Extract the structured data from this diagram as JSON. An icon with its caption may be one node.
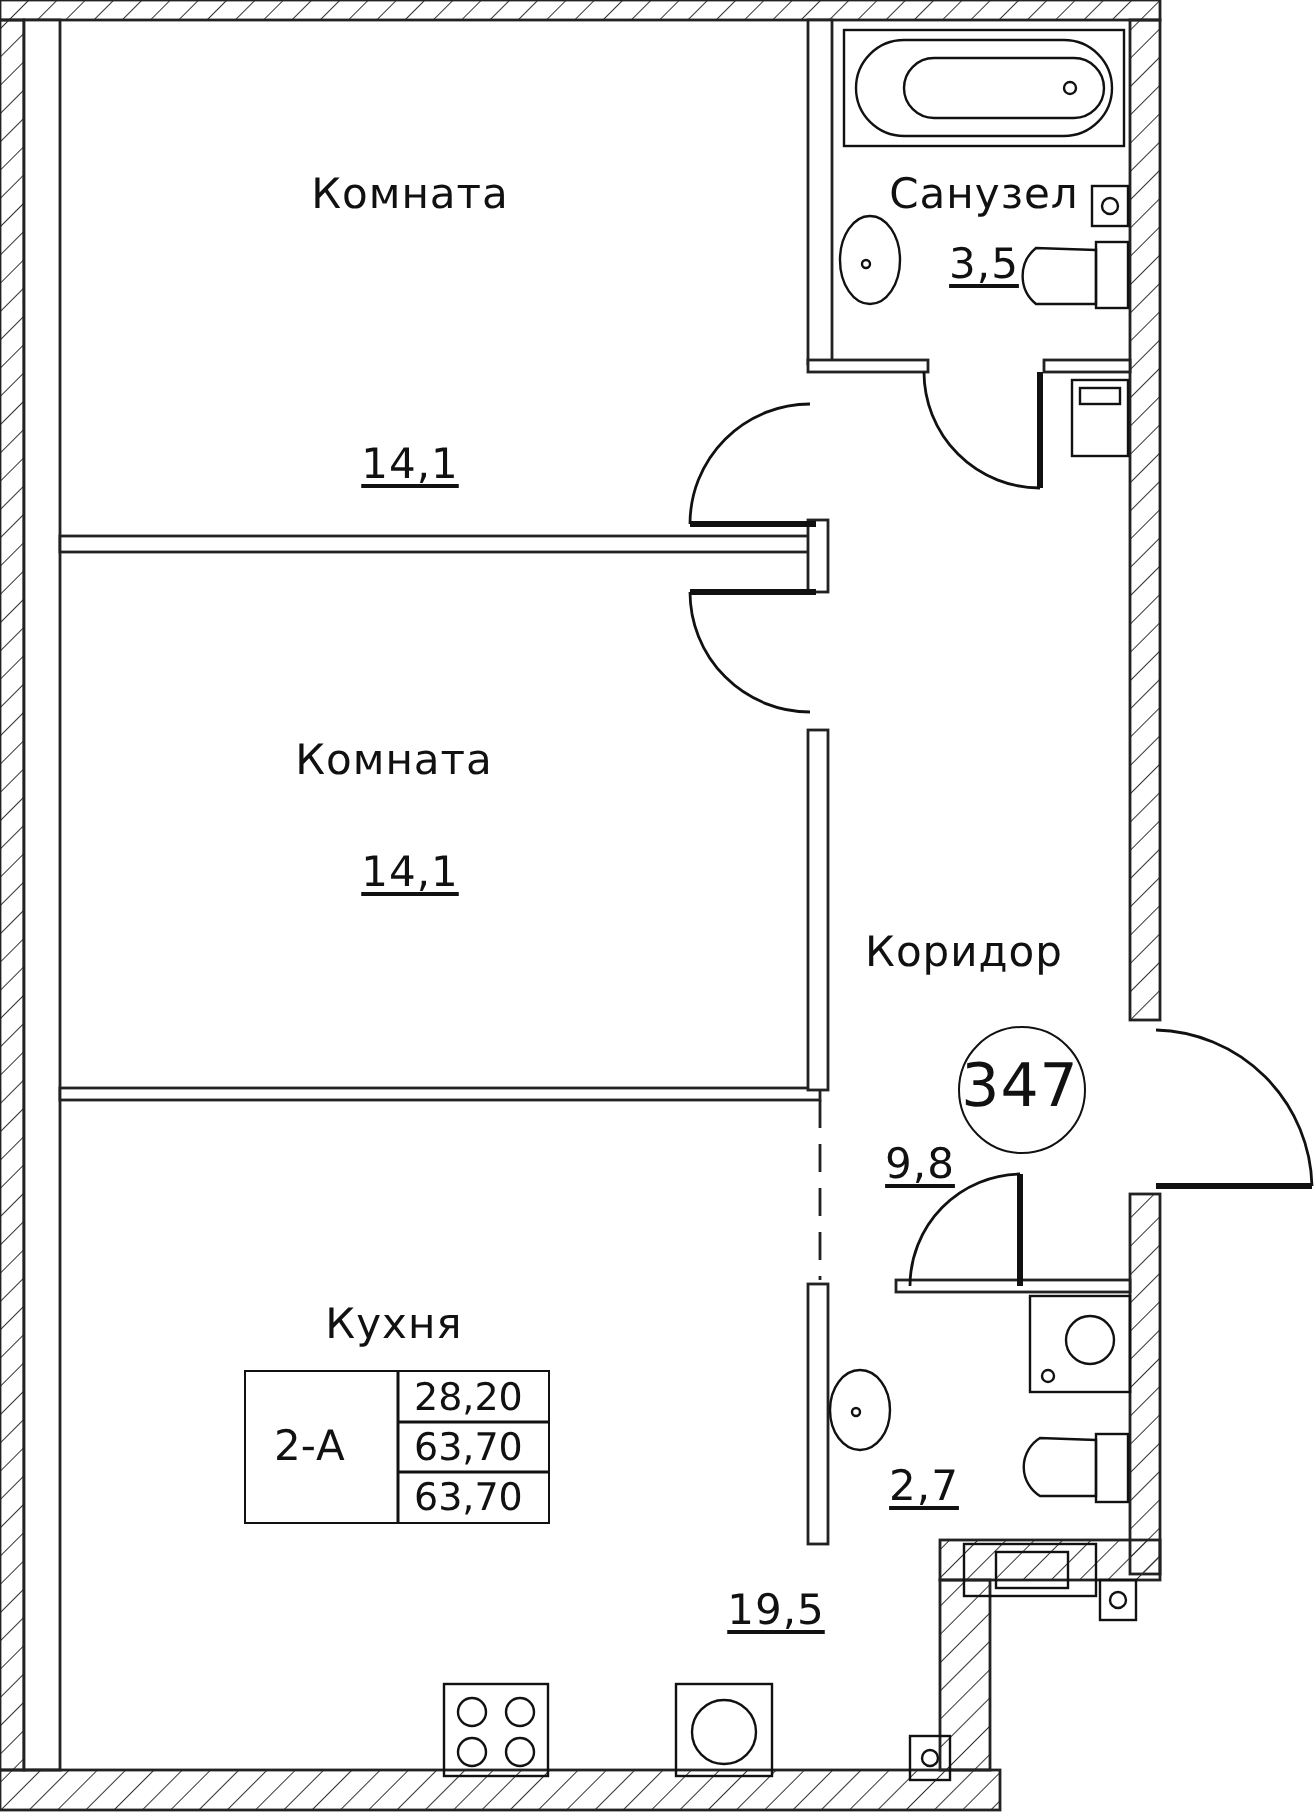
{
  "diagram": {
    "nodes": [
      {
        "text": [
          "Комната",
          "14,1"
        ]
      },
      {
        "text": [
          "Комната",
          "14,1"
        ]
      },
      {
        "text": [
          "Санузел",
          "3,5"
        ]
      },
      {
        "text": [
          "Коридор",
          "9,8"
        ]
      },
      {
        "text": [
          "347"
        ],
        "in": 3
      },
      {
        "text": [
          "Кухня",
          "19,5"
        ]
      },
      {
        "text": [
          "2,7"
        ]
      }
    ],
    "labels": [
      "2-А",
      "28,20",
      "63,70",
      "63,70"
    ]
  }
}
